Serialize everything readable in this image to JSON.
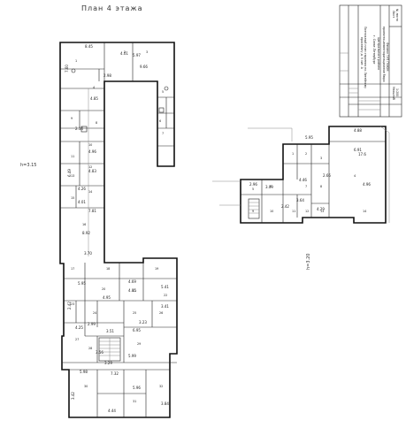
{
  "plan_title": "План 4 этажа",
  "height_left": "h=3.15",
  "height_right": "h=3.20",
  "stamp": {
    "org_lines": [
      "Филиал ГУП ГУИОН",
      "проектно-инвентаризационное бюро",
      "Центрального района",
      "г. Санкт-Петербург"
    ],
    "address_lines": [
      "Поэтажный план строения по Литейному",
      "проспекту д. 9 лит. А"
    ],
    "small_entries": [
      "№ листа",
      "Лист",
      "1:200",
      "Масштаб"
    ]
  },
  "left_building": {
    "dims": [
      "8.45",
      "9.66",
      "2.98",
      "4.01",
      "5.97",
      "4.85",
      "2.14",
      "7.60",
      "4.96",
      "4.83",
      "4.26",
      "4.01",
      "8.92",
      "6.49",
      "7.81",
      "3.70",
      "5.95",
      "4.95",
      "4.69",
      "4.85",
      "5.41",
      "3.41",
      "2.42",
      "3.23",
      "6.95",
      "4.25",
      "3.51",
      "2.99",
      "5.99",
      "7.32",
      "5.98",
      "5.96",
      "4.44",
      "3.84",
      "3.42",
      "3.29",
      "3.56"
    ],
    "rooms": [
      "1",
      "2",
      "3",
      "4",
      "5",
      "6",
      "7",
      "8",
      "9",
      "10",
      "11",
      "12",
      "13",
      "14",
      "15",
      "16",
      "17",
      "18",
      "19",
      "20",
      "21",
      "22",
      "23",
      "24",
      "25",
      "26",
      "27",
      "28",
      "29",
      "30",
      "31",
      "32"
    ]
  },
  "right_building": {
    "dims": [
      "5.95",
      "4.88",
      "6.91",
      "17.6",
      "2.96",
      "4.46",
      "3.09",
      "2.42",
      "3.64",
      "4.29",
      "4.96",
      "2.66"
    ],
    "rooms": [
      "1",
      "2",
      "3",
      "4",
      "5",
      "6",
      "7",
      "8",
      "9",
      "10",
      "11",
      "12",
      "13",
      "14"
    ]
  }
}
